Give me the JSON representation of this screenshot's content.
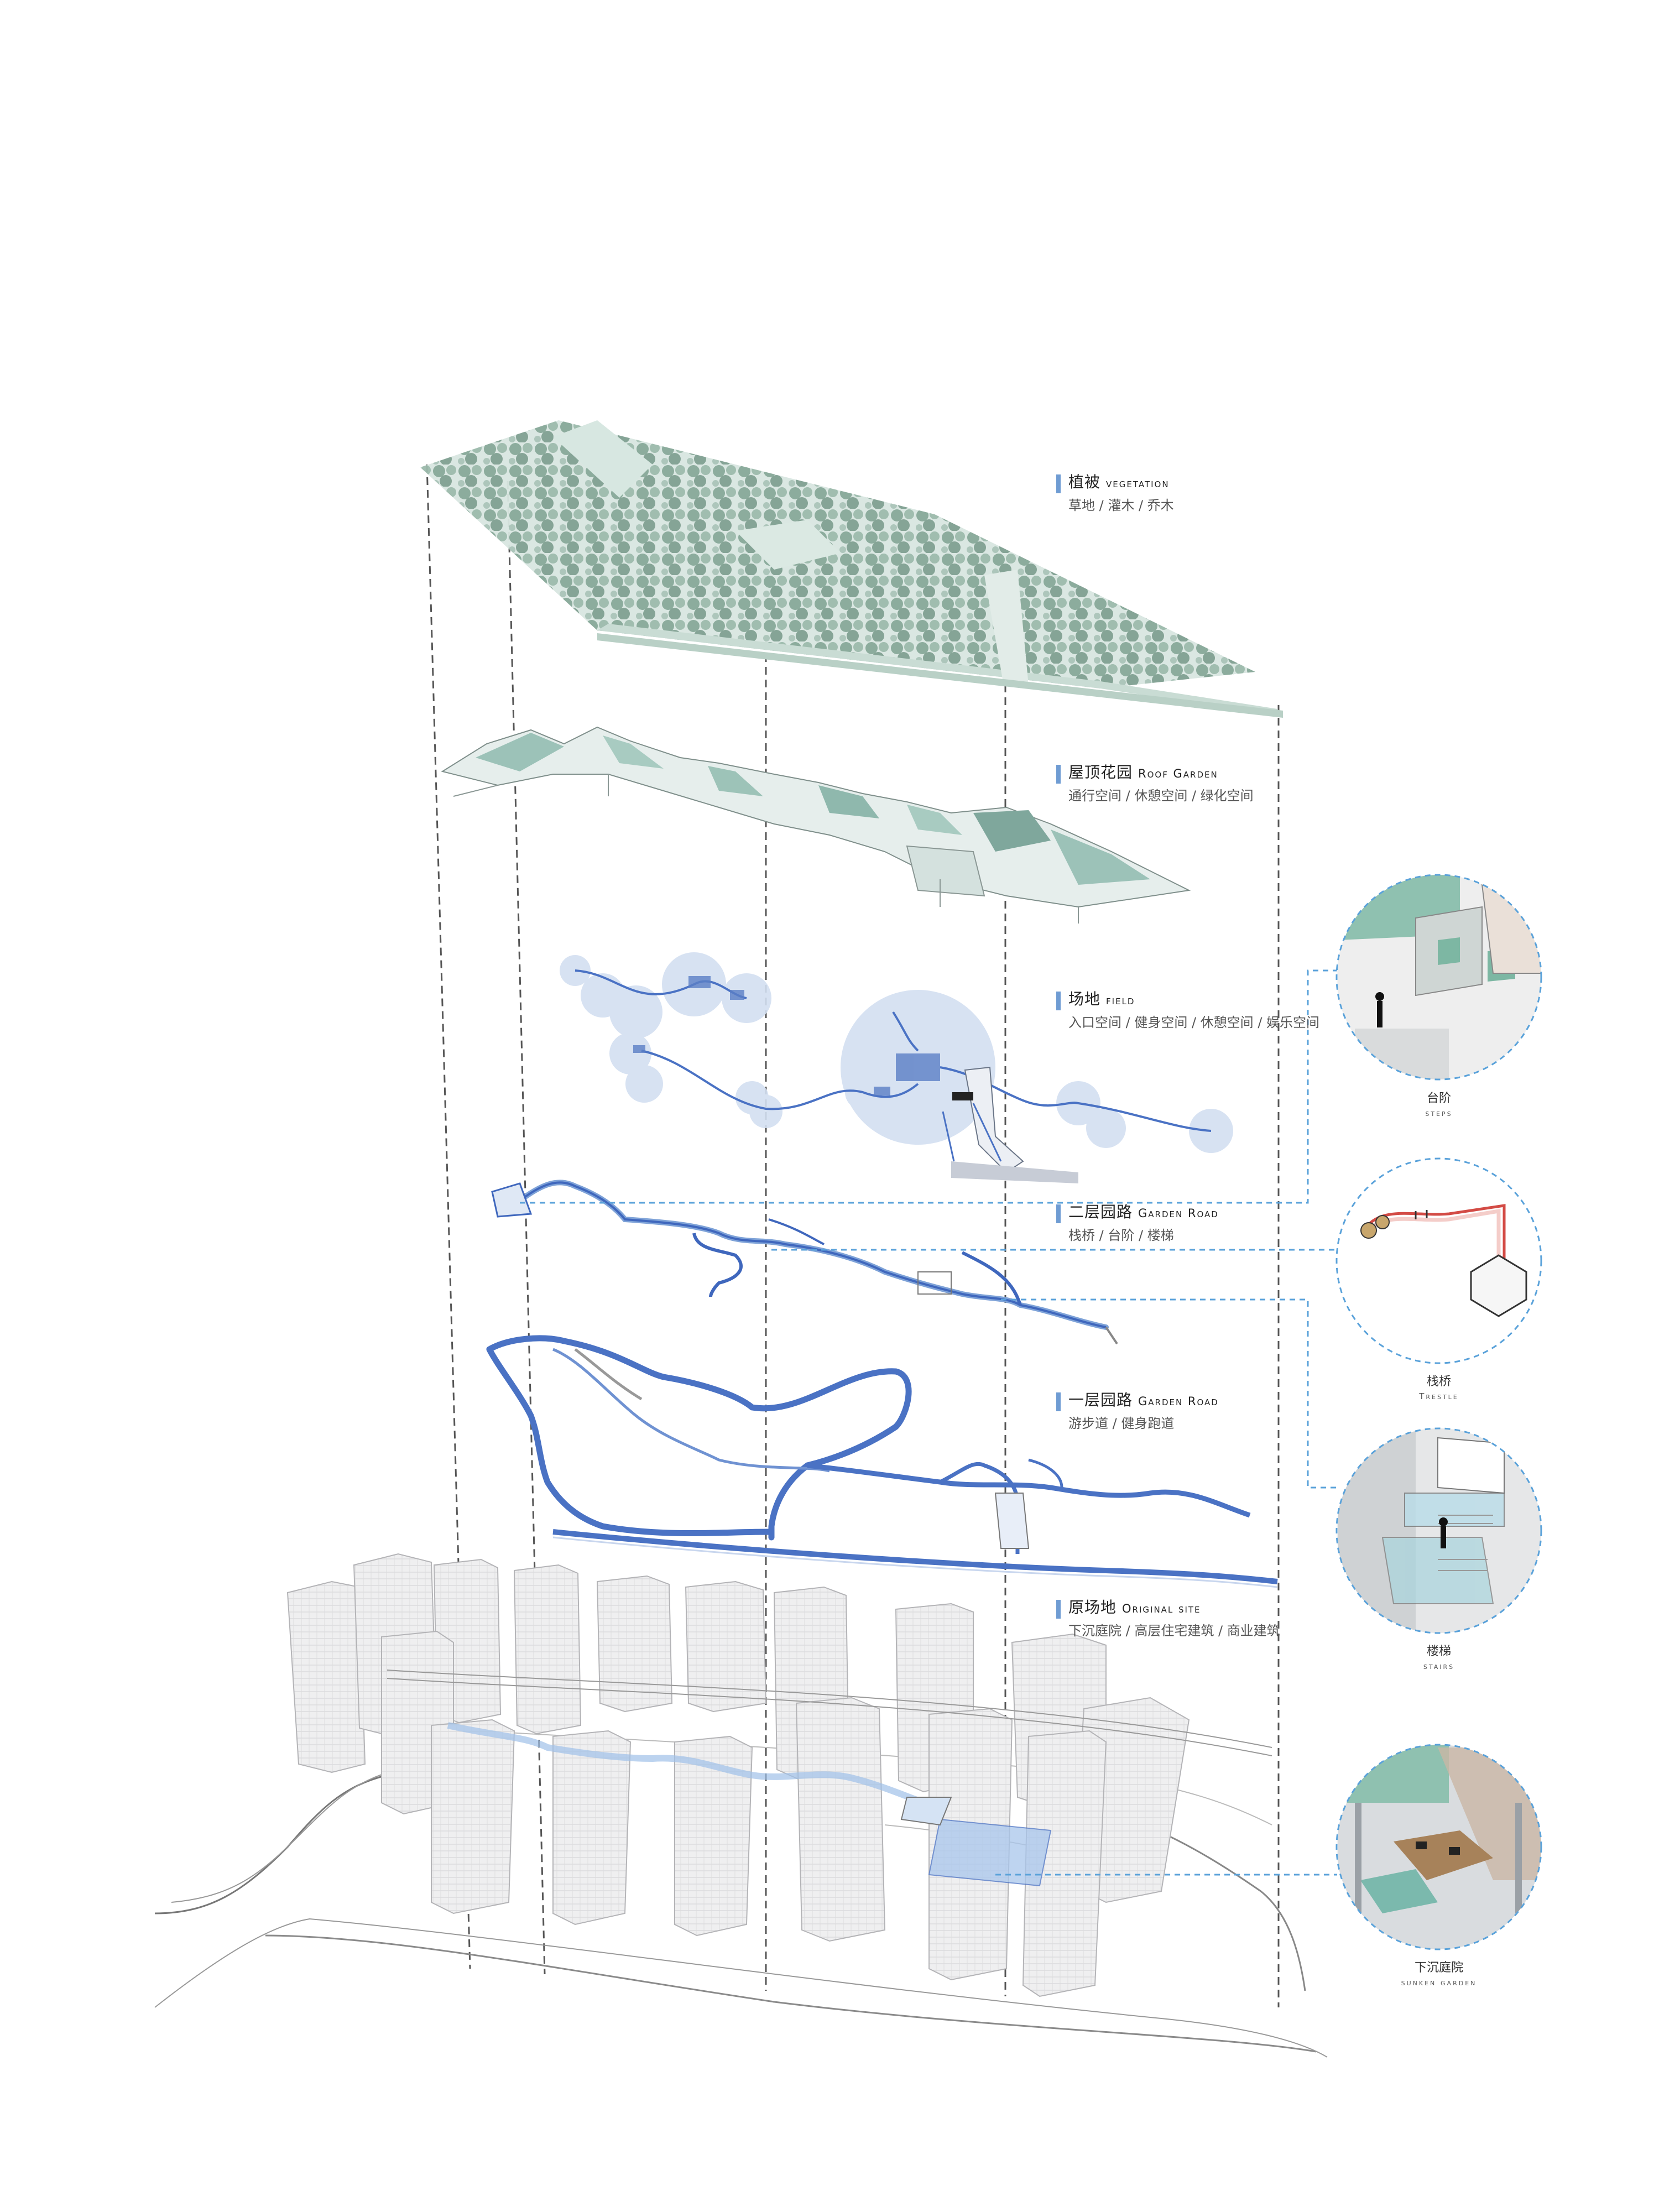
{
  "layers": [
    {
      "zh": "植被",
      "en": "vegetation",
      "sub": "草地 / 灌木 / 乔木"
    },
    {
      "zh": "屋顶花园",
      "en": "Roof Garden",
      "sub": "通行空间 / 休憩空间 / 绿化空间"
    },
    {
      "zh": "场地",
      "en": "field",
      "sub": "入口空间 / 健身空间 / 休憩空间 / 娱乐空间"
    },
    {
      "zh": "二层园路",
      "en": "Garden Road",
      "sub": "栈桥 / 台阶 / 楼梯"
    },
    {
      "zh": "一层园路",
      "en": "Garden Road",
      "sub": "游步道 / 健身跑道"
    },
    {
      "zh": "原场地",
      "en": "Original site",
      "sub": "下沉庭院 / 高层住宅建筑 / 商业建筑"
    }
  ],
  "details": [
    {
      "zh": "台阶",
      "en": "steps"
    },
    {
      "zh": "栈桥",
      "en": "Trestle"
    },
    {
      "zh": "楼梯",
      "en": "stairs"
    },
    {
      "zh": "下沉庭院",
      "en": "sunken garden"
    }
  ],
  "colors": {
    "accent_blue": "#4a72c4",
    "light_blue": "#8fb6e6",
    "vegetation": "#9bb8aa",
    "roof": "#8fb8ad",
    "building": "#e9e9ea"
  }
}
